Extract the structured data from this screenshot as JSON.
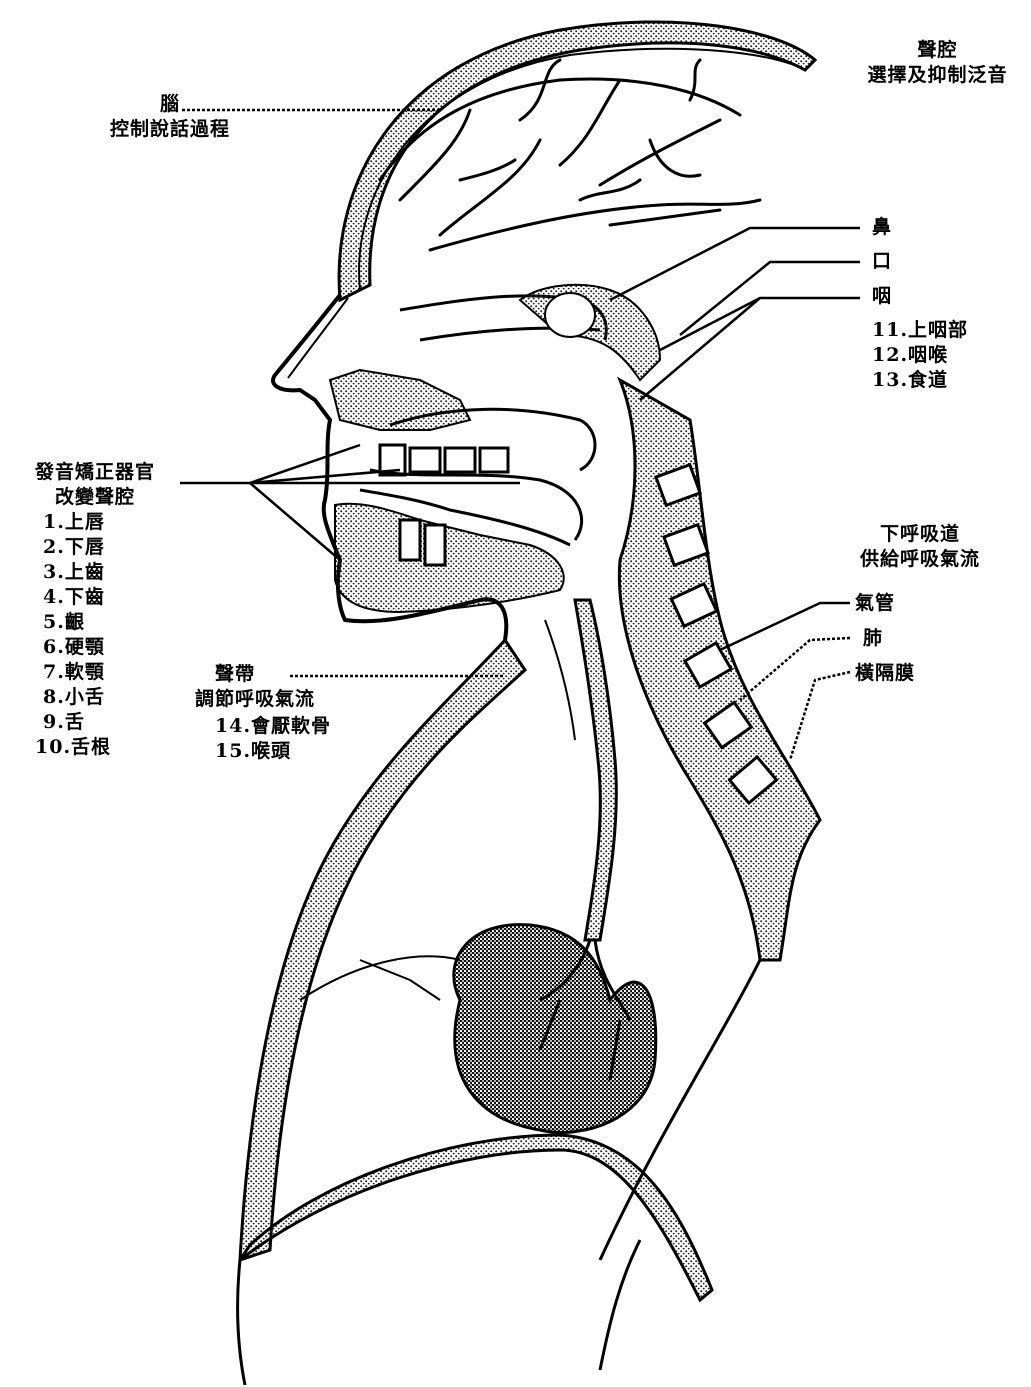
{
  "labels": {
    "brain": "腦",
    "brain_desc": "控制說話過程",
    "cavity": "聲腔",
    "cavity_desc": "選擇及抑制泛音",
    "nose": "鼻",
    "mouth": "口",
    "pharynx": "咽",
    "pharynx_parts": [
      "11.上咽部",
      "12.咽喉",
      "13.食道"
    ],
    "articulators": "發音矯正器官",
    "articulators_desc": "改變聲腔",
    "articulator_parts": [
      "1.上唇",
      "2.下唇",
      "3.上齒",
      "4.下齒",
      "5.齦",
      "6.硬顎",
      "7.軟顎",
      "8.小舌",
      "9.舌",
      "10.舌根"
    ],
    "vocal_cords": "聲帶",
    "vocal_cords_desc": "調節呼吸氣流",
    "vocal_parts": [
      "14.會厭軟骨",
      "15.喉頭"
    ],
    "lower_airway": "下呼吸道",
    "lower_airway_desc": "供給呼吸氣流",
    "trachea": "氣管",
    "lung": "肺",
    "diaphragm": "橫隔膜"
  },
  "colors": {
    "ink": "#000000",
    "stipple": "#4a4a4a",
    "background": "#ffffff"
  }
}
